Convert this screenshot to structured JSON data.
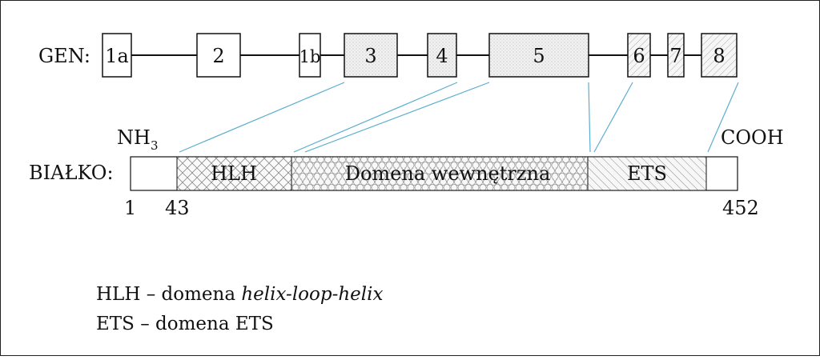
{
  "gene": {
    "label": "GEN:",
    "exons": [
      "1a",
      "2",
      "1b",
      "3",
      "4",
      "5",
      "6",
      "7",
      "8"
    ]
  },
  "protein": {
    "label": "BIAŁKO:",
    "n_term": "NH",
    "n_term_sub": "3",
    "c_term": "COOH",
    "domains": [
      {
        "name": "HLH",
        "start": 43
      },
      {
        "name": "Domena wewnętrzna"
      },
      {
        "name": "ETS"
      }
    ],
    "positions": [
      "1",
      "43",
      "452"
    ]
  },
  "legend": {
    "hlh_abbr": "HLH",
    "hlh_dash": " – domena ",
    "hlh_name": "helix-loop-helix",
    "ets_text": "ETS – domena ETS"
  },
  "colors": {
    "stroke": "#111111",
    "connector": "#5aaed0",
    "exon_fill": "#f4f4f4"
  }
}
